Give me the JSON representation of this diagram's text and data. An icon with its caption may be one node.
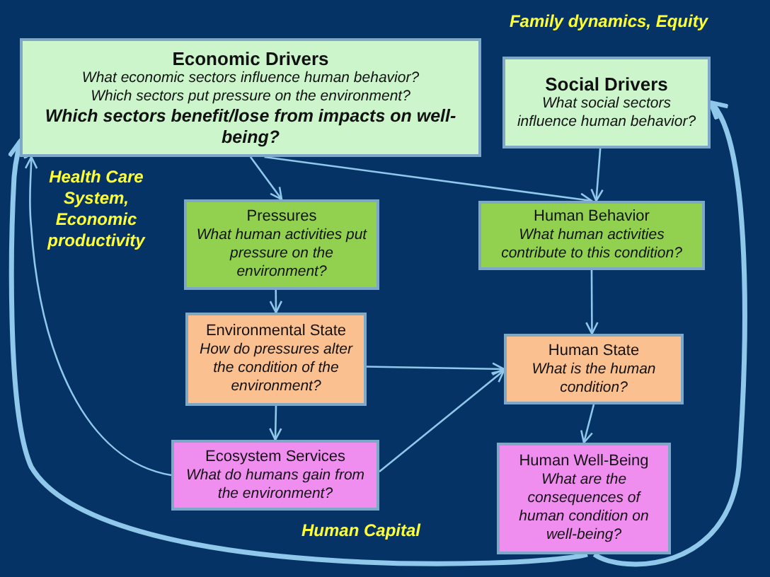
{
  "diagram": {
    "nodes": [
      {
        "text": [
          "Economic Drivers",
          "What economic sectors influence human behavior?",
          "Which sectors put pressure on the environment?",
          "Which sectors benefit/lose from impacts on well-being?"
        ]
      },
      {
        "text": [
          "Social Drivers",
          "What social sectors influence human behavior?"
        ]
      },
      {
        "text": [
          "Pressures",
          "What human activities put pressure on the environment?"
        ]
      },
      {
        "text": [
          "Human Behavior",
          "What human activities contribute to this condition?"
        ]
      },
      {
        "text": [
          "Environmental State",
          "How do pressures alter the condition of the environment?"
        ]
      },
      {
        "text": [
          "Human State",
          "What is the human condition?"
        ]
      },
      {
        "text": [
          "Ecosystem Services",
          "What do humans gain from the environment?"
        ]
      },
      {
        "text": [
          "Human Well-Being",
          "What are the consequences of human condition on well-being?"
        ]
      }
    ],
    "edges": [
      {
        "from": 0,
        "to": 2,
        "arrow": "to"
      },
      {
        "from": 0,
        "to": 3,
        "arrow": "to"
      },
      {
        "from": 1,
        "to": 3,
        "arrow": "to"
      },
      {
        "from": 2,
        "to": 4,
        "arrow": "to"
      },
      {
        "from": 3,
        "to": 5,
        "arrow": "to"
      },
      {
        "from": 4,
        "to": 5,
        "arrow": "to"
      },
      {
        "from": 4,
        "to": 6,
        "arrow": "to"
      },
      {
        "from": 6,
        "to": 5,
        "arrow": "to"
      },
      {
        "from": 5,
        "to": 7,
        "arrow": "to"
      },
      {
        "from": 6,
        "to": 0,
        "arrow": "to"
      },
      {
        "from": 7,
        "to": 0,
        "arrow": "to",
        "style": "thick"
      },
      {
        "from": 7,
        "to": 1,
        "arrow": "to",
        "style": "thick"
      }
    ],
    "labels": [
      "Family dynamics, Equity",
      "Health Care System, Economic productivity",
      "Human Capital"
    ]
  }
}
